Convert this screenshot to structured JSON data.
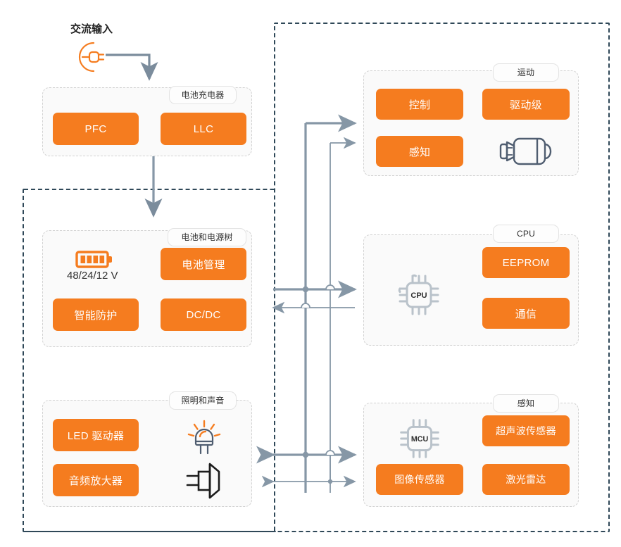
{
  "diagram": {
    "title": "",
    "colors": {
      "block_orange": "#f57c1f",
      "panel_bg": "#fafafa",
      "panel_border": "#d2d2d2",
      "outer_border": "#2f4858",
      "wire": "#8697a6",
      "icon_slate": "#4f5d70",
      "text_dark": "#333333"
    },
    "source": {
      "label": "交流输入",
      "icon": "ac-plug-icon"
    },
    "panels": [
      {
        "id": "battery-charger",
        "label": "电池充电器",
        "blocks": [
          {
            "label": "PFC"
          },
          {
            "label": "LLC"
          }
        ],
        "icons": []
      },
      {
        "id": "battery-power-tree",
        "label": "电池和电源树",
        "blocks": [
          {
            "label": "电池管理"
          },
          {
            "label": "智能防护"
          },
          {
            "label": "DC/DC"
          }
        ],
        "icons": [
          {
            "name": "battery-icon",
            "caption": "48/24/12 V"
          }
        ]
      },
      {
        "id": "lighting-sound",
        "label": "照明和声音",
        "blocks": [
          {
            "label": "LED 驱动器"
          },
          {
            "label": "音频放大器"
          }
        ],
        "icons": [
          {
            "name": "led-lamp-icon",
            "caption": ""
          },
          {
            "name": "speaker-icon",
            "caption": ""
          }
        ]
      },
      {
        "id": "motion",
        "label": "运动",
        "blocks": [
          {
            "label": "控制"
          },
          {
            "label": "驱动级"
          },
          {
            "label": "感知"
          }
        ],
        "icons": [
          {
            "name": "motor-icon",
            "caption": ""
          }
        ]
      },
      {
        "id": "cpu",
        "label": "CPU",
        "blocks": [
          {
            "label": "EEPROM"
          },
          {
            "label": "通信"
          }
        ],
        "icons": [
          {
            "name": "cpu-chip-icon",
            "caption": "CPU"
          }
        ]
      },
      {
        "id": "perception",
        "label": "感知",
        "blocks": [
          {
            "label": "超声波传感器"
          },
          {
            "label": "图像传感器"
          },
          {
            "label": "激光雷达"
          }
        ],
        "icons": [
          {
            "name": "mcu-chip-icon",
            "caption": "MCU"
          }
        ]
      }
    ],
    "chip_labels": {
      "cpu": "CPU",
      "mcu": "MCU"
    },
    "battery_voltage": "48/24/12 V"
  }
}
